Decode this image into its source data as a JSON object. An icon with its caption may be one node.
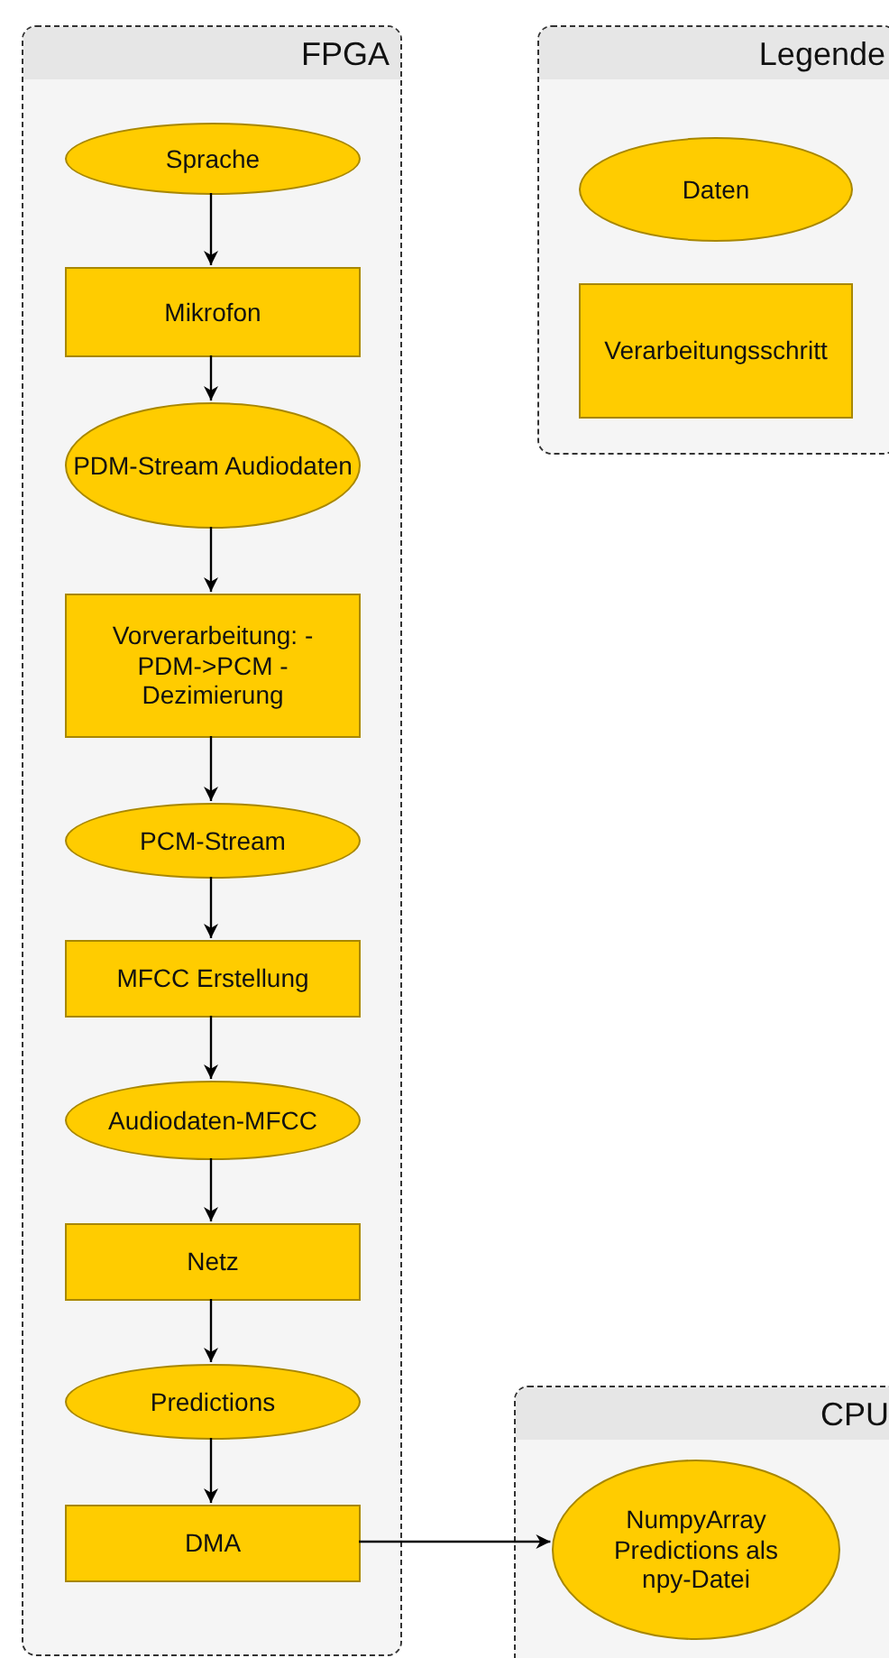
{
  "diagram": {
    "nodes": [
      {
        "text": [
          "FPGA"
        ]
      },
      {
        "text": [
          "Sprache"
        ],
        "in": 0
      },
      {
        "text": [
          "Mikrofon"
        ],
        "in": 0
      },
      {
        "text": [
          "PDM-Stream Audiodaten"
        ],
        "in": 0
      },
      {
        "text": [
          "Vorverarbeitung: - PDM->PCM - Dezimierung"
        ],
        "in": 0
      },
      {
        "text": [
          "PCM-Stream"
        ],
        "in": 0
      },
      {
        "text": [
          "MFCC Erstellung"
        ],
        "in": 0
      },
      {
        "text": [
          "Audiodaten-MFCC"
        ],
        "in": 0
      },
      {
        "text": [
          "Netz"
        ],
        "in": 0
      },
      {
        "text": [
          "Predictions"
        ],
        "in": 0
      },
      {
        "text": [
          "DMA"
        ],
        "in": 0
      },
      {
        "text": [
          "Legende"
        ]
      },
      {
        "text": [
          "Daten"
        ],
        "in": 11
      },
      {
        "text": [
          "Verarbeitungsschritt"
        ],
        "in": 11
      },
      {
        "text": [
          "CPU"
        ]
      },
      {
        "text": [
          "NumpyArray Predictions als npy-Datei"
        ],
        "in": 14
      }
    ],
    "edges": [
      {
        "from": 1,
        "to": 2,
        "arrow": "to"
      },
      {
        "from": 2,
        "to": 3,
        "arrow": "to"
      },
      {
        "from": 3,
        "to": 4,
        "arrow": "to"
      },
      {
        "from": 4,
        "to": 5,
        "arrow": "to"
      },
      {
        "from": 5,
        "to": 6,
        "arrow": "to"
      },
      {
        "from": 6,
        "to": 7,
        "arrow": "to"
      },
      {
        "from": 7,
        "to": 8,
        "arrow": "to"
      },
      {
        "from": 8,
        "to": 9,
        "arrow": "to"
      },
      {
        "from": 9,
        "to": 10,
        "arrow": "to"
      },
      {
        "from": 10,
        "to": 15,
        "arrow": "to"
      }
    ]
  }
}
